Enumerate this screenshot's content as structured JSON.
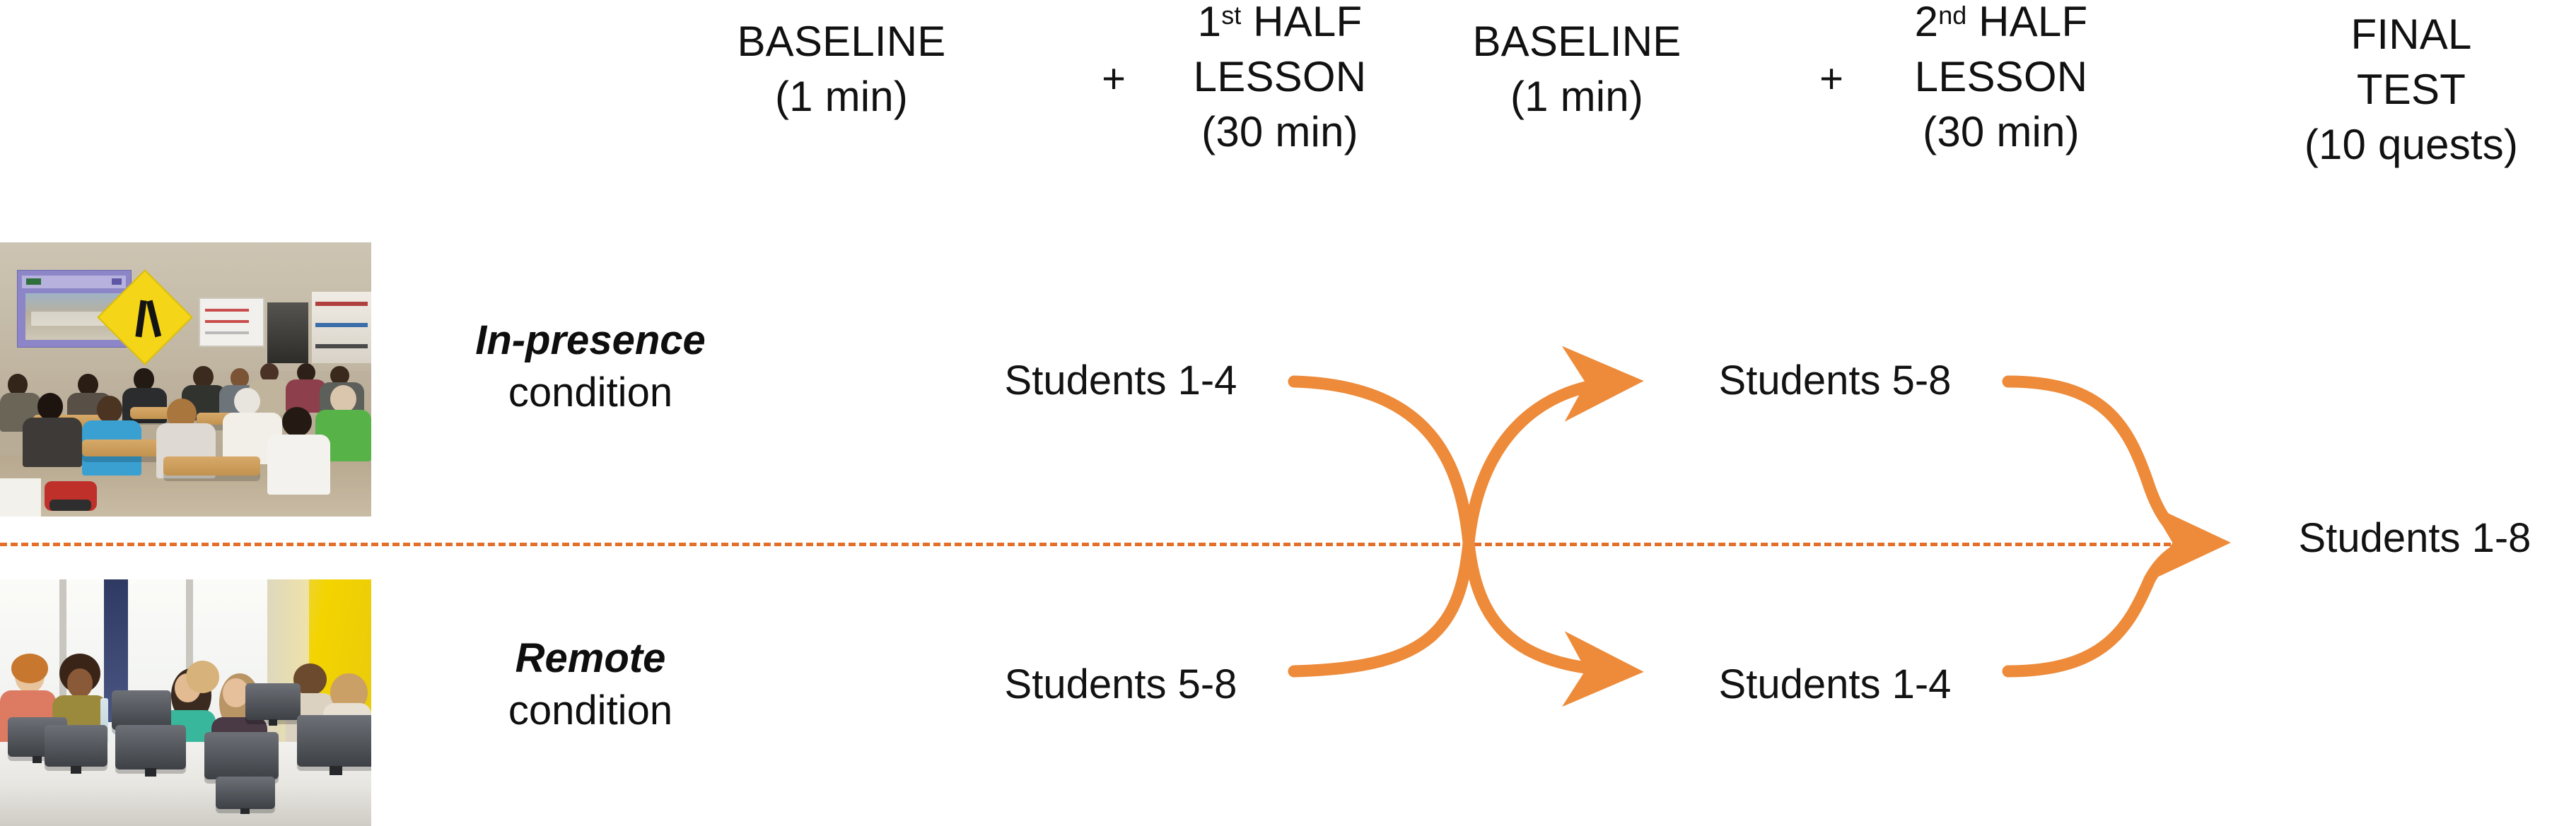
{
  "accent_color": "#ED8B3A",
  "divider_color": "#E2702A",
  "text_color": "#111111",
  "header": {
    "phases": [
      {
        "id": "baseline-1",
        "lines": [
          "BASELINE",
          "(1 min)"
        ]
      },
      {
        "id": "plus-1",
        "lines": [
          "+"
        ]
      },
      {
        "id": "first-half-lesson",
        "lines": [
          "1st HALF",
          "LESSON",
          "(30 min)"
        ],
        "ordinal_base": "1",
        "ordinal_suffix": "st",
        "line2": "HALF",
        "line3": "LESSON",
        "line4": "(30 min)"
      },
      {
        "id": "baseline-2",
        "lines": [
          "BASELINE",
          "(1 min)"
        ]
      },
      {
        "id": "plus-2",
        "lines": [
          "+"
        ]
      },
      {
        "id": "second-half-lesson",
        "lines": [
          "2nd HALF",
          "LESSON",
          "(30 min)"
        ],
        "ordinal_base": "2",
        "ordinal_suffix": "nd",
        "line2": "HALF",
        "line3": "LESSON",
        "line4": "(30 min)"
      },
      {
        "id": "final-test",
        "lines": [
          "FINAL",
          "TEST",
          "(10 quests)"
        ]
      }
    ],
    "baseline_1_l1": "BASELINE",
    "baseline_1_l2": "(1 min)",
    "plus_1": "+",
    "lesson_1_ord": "1",
    "lesson_1_sup": "st",
    "lesson_1_l1": "HALF",
    "lesson_1_l2": "LESSON",
    "lesson_1_l3": "(30 min)",
    "baseline_2_l1": "BASELINE",
    "baseline_2_l2": "(1 min)",
    "plus_2": "+",
    "lesson_2_ord": "2",
    "lesson_2_sup": "nd",
    "lesson_2_l1": "HALF",
    "lesson_2_l2": "LESSON",
    "lesson_2_l3": "(30 min)",
    "final_l1": "FINAL",
    "final_l2": "TEST",
    "final_l3": "(10 quests)"
  },
  "conditions": [
    {
      "id": "in-presence",
      "name": "In-presence",
      "suffix": "condition",
      "photo_alt": "classroom-photo",
      "first_half_group": "Students 1-4",
      "second_half_group": "Students 5-8"
    },
    {
      "id": "remote",
      "name": "Remote",
      "suffix": "condition",
      "photo_alt": "computer-lab-photo",
      "first_half_group": "Students 5-8",
      "second_half_group": "Students 1-4"
    }
  ],
  "rows": {
    "in_presence_name": "In-presence",
    "in_presence_suffix": "condition",
    "in_presence_first": "Students 1-4",
    "in_presence_second": "Students 5-8",
    "remote_name": "Remote",
    "remote_suffix": "condition",
    "remote_first": "Students 5-8",
    "remote_second": "Students 1-4"
  },
  "final": {
    "group": "Students 1-8"
  }
}
